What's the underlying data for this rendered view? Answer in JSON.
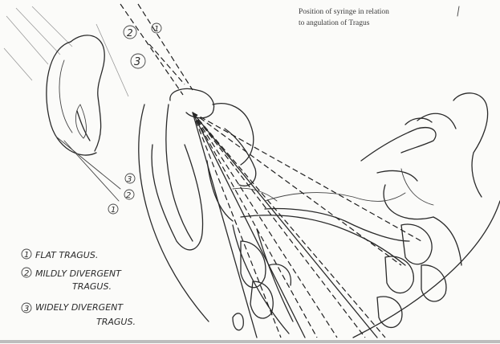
{
  "caption": {
    "line1": "Position of syringe in relation",
    "line2": "to angulation of Tragus"
  },
  "legend": [
    {
      "num": "1",
      "text": "FLAT TRAGUS."
    },
    {
      "num": "2",
      "text": "MILDLY DIVERGENT"
    },
    {
      "num": "",
      "text": "TRAGUS."
    },
    {
      "num": "3",
      "text": "WIDELY DIVERGENT"
    },
    {
      "num": "",
      "text": "TRAGUS."
    }
  ],
  "markers": {
    "top_2": "2",
    "top_1": "1",
    "top_3": "3",
    "ear_3": "3",
    "ear_2": "2",
    "ear_1": "1"
  }
}
